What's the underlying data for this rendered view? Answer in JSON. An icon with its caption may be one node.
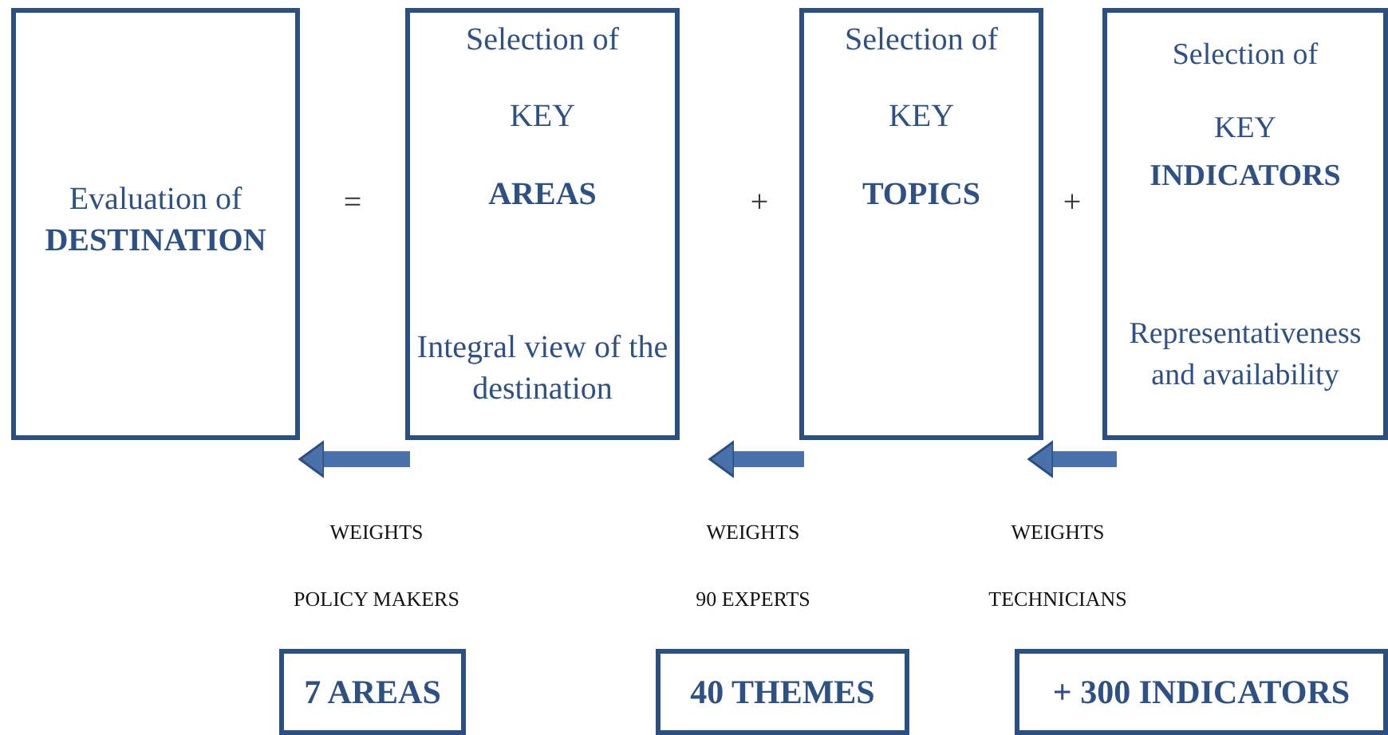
{
  "diagram": {
    "nodes": [
      {
        "text": [
          "Evaluation of **DESTINATION**"
        ]
      },
      {
        "text": [
          "Selection of",
          "KEY",
          "AREAS",
          "Integral view of the destination"
        ]
      },
      {
        "text": [
          "Selection of",
          "KEY",
          "TOPICS"
        ]
      },
      {
        "text": [
          "Selection of",
          "KEY",
          "INDICATORS",
          "Representativeness and availability"
        ]
      },
      {
        "text": [
          "7 AREAS"
        ]
      },
      {
        "text": [
          "40 THEMES"
        ]
      },
      {
        "text": [
          "+ 300 INDICATORS"
        ]
      }
    ],
    "edges": [
      {
        "from": 1,
        "to": 0,
        "arrow": "to"
      },
      {
        "from": 2,
        "to": 1,
        "arrow": "to"
      },
      {
        "from": 3,
        "to": 2,
        "arrow": "to"
      }
    ],
    "labels": [
      "=",
      "+",
      "+",
      "WEIGHTS",
      "WEIGHTS",
      "WEIGHTS",
      "POLICY MAKERS",
      "90 EXPERTS",
      "TECHNICIANS"
    ]
  }
}
